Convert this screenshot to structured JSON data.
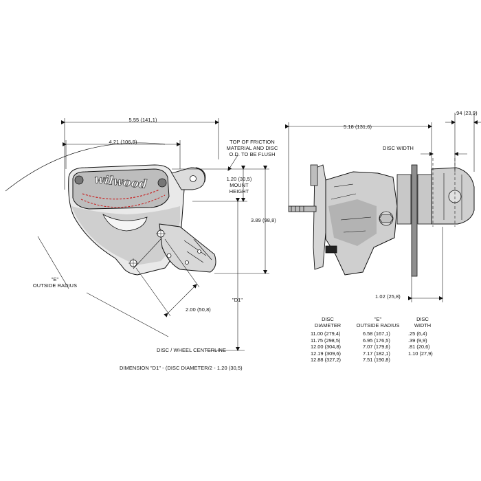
{
  "left_view": {
    "dim_overall_width": "5.55 (141,1)",
    "dim_mount_offset": "4.21 (106,9)",
    "note_friction": [
      "TOP OF FRICTION",
      "MATERIAL AND DISC",
      "O.D. TO BE FLUSH"
    ],
    "dim_mount_height": [
      "1.20 (30,5)",
      "MOUNT",
      "HEIGHT"
    ],
    "dim_overall_height": "3.89 (98,8)",
    "dim_d1": "\"D1\"",
    "dim_e_radius": [
      "\"E\"",
      "OUTSIDE RADIUS"
    ],
    "dim_mount_spacing": "2.00 (50,8)",
    "centerline_label": "DISC / WHEEL CENTERLINE",
    "formula": "DIMENSION \"D1\" - (DISC DIAMETER/2 - 1.20 (30,5)",
    "logo_text": "wilwood"
  },
  "right_view": {
    "dim_pad_width": ".94 (23,9)",
    "dim_side_width": "5.18 (131,6)",
    "disc_width_label": "DISC WIDTH",
    "dim_offset": "1.02 (25,8)"
  },
  "table": {
    "headers": [
      [
        "DISC",
        "DIAMETER"
      ],
      [
        "\"E\"",
        "OUTSIDE RADIUS"
      ],
      [
        "DISC",
        "WIDTH"
      ]
    ],
    "disc_diameter": [
      "11.00  (279,4)",
      "11.75  (298,5)",
      "12.00  (304,8)",
      "12.19  (309,6)",
      "12.88  (327,2)"
    ],
    "outside_radius": [
      "6.58  (167,1)",
      "6.95  (176,5)",
      "7.07  (179,6)",
      "7.17  (182,1)",
      "7.51  (190,8)"
    ],
    "disc_width": [
      ".25  (6,4)",
      ".39  (9,9)",
      ".81  (20,6)",
      "1.10  (27,9)",
      ""
    ]
  }
}
